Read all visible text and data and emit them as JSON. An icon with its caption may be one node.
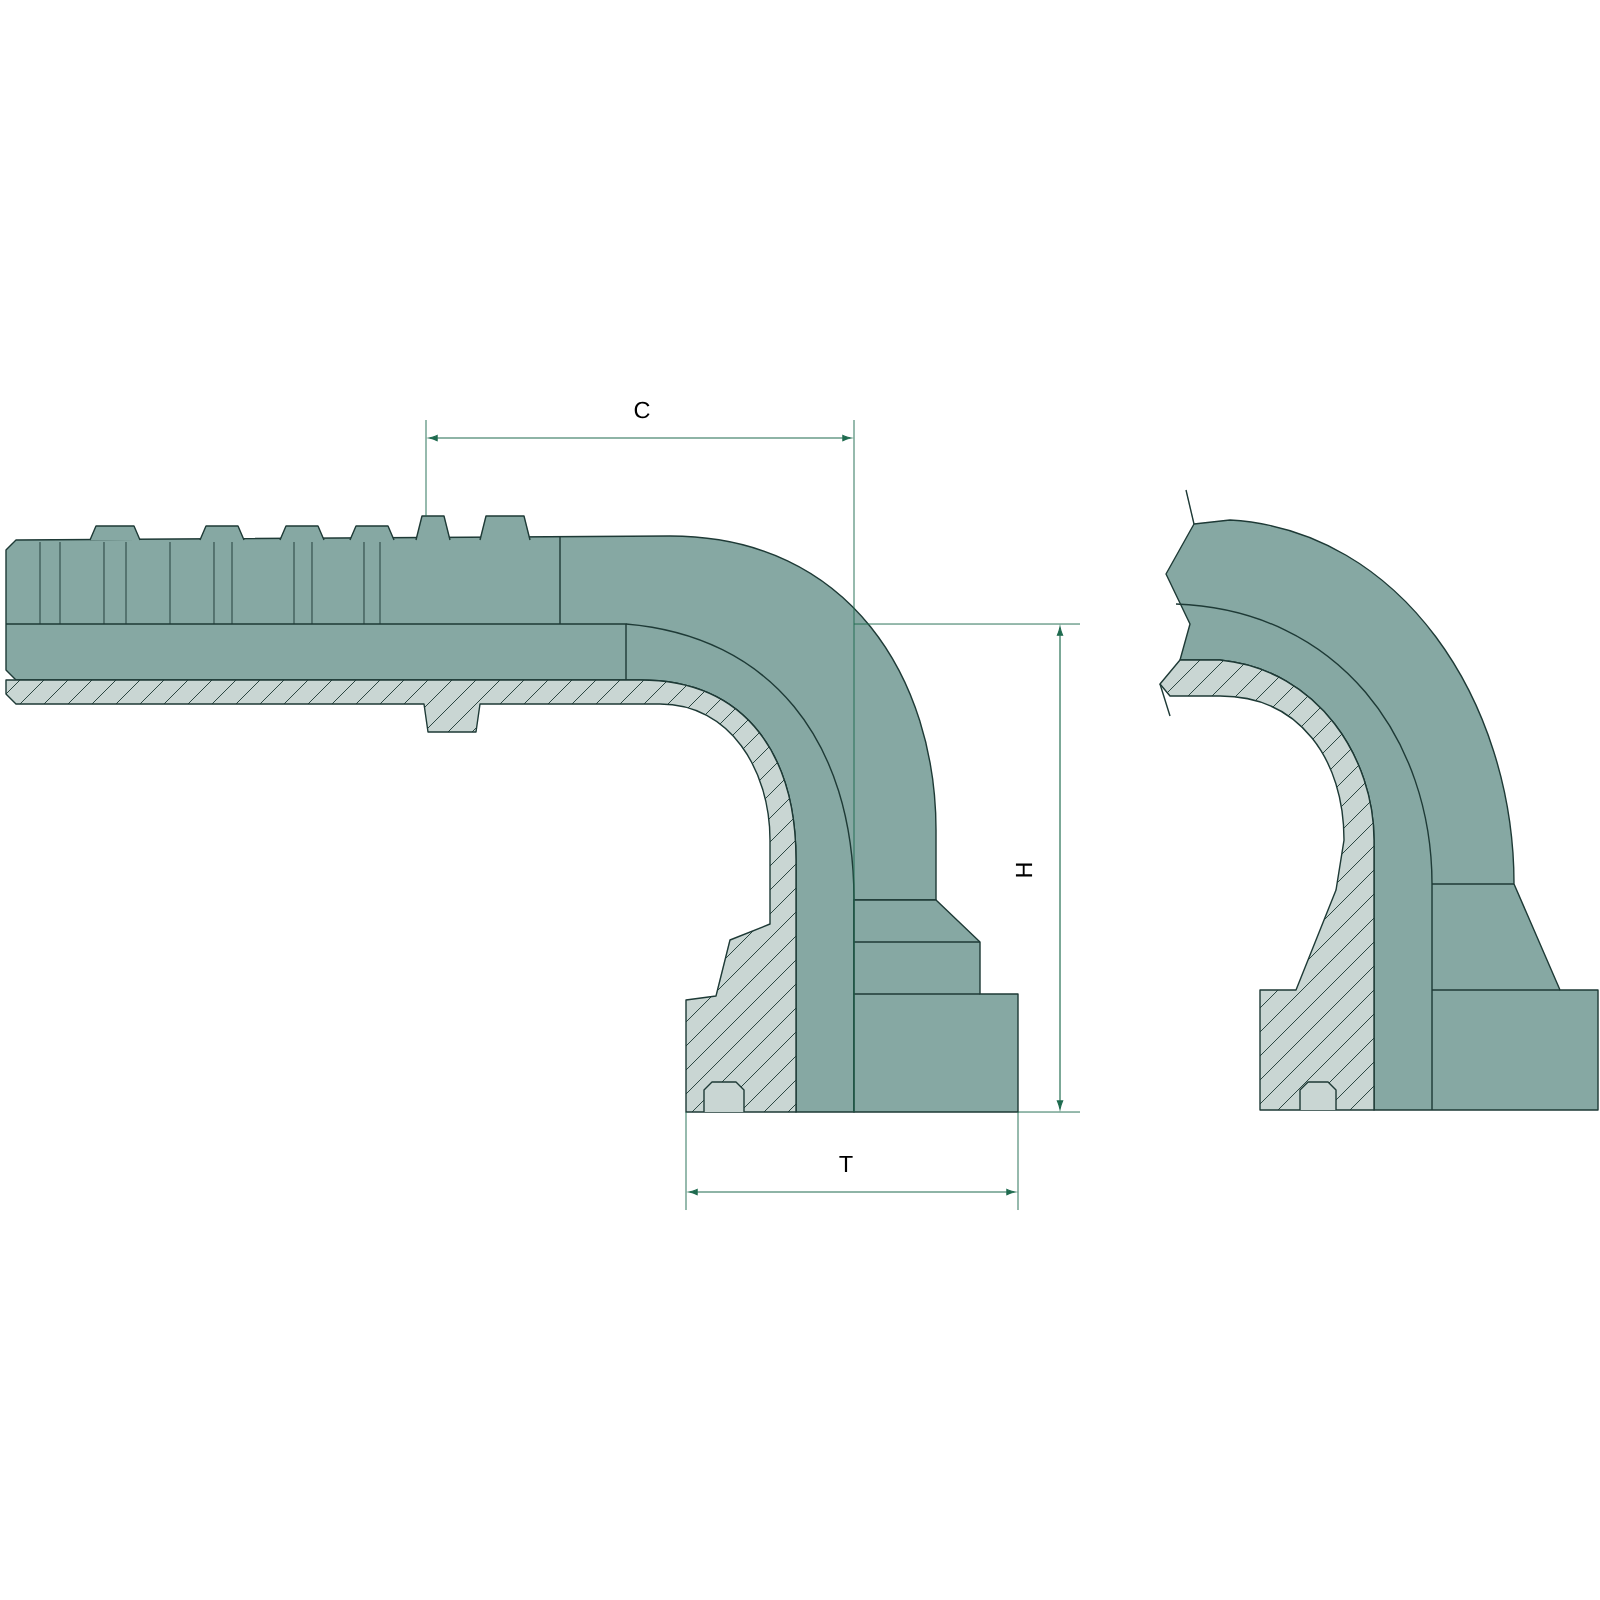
{
  "diagram": {
    "labels": [
      "C",
      "H",
      "T"
    ]
  }
}
